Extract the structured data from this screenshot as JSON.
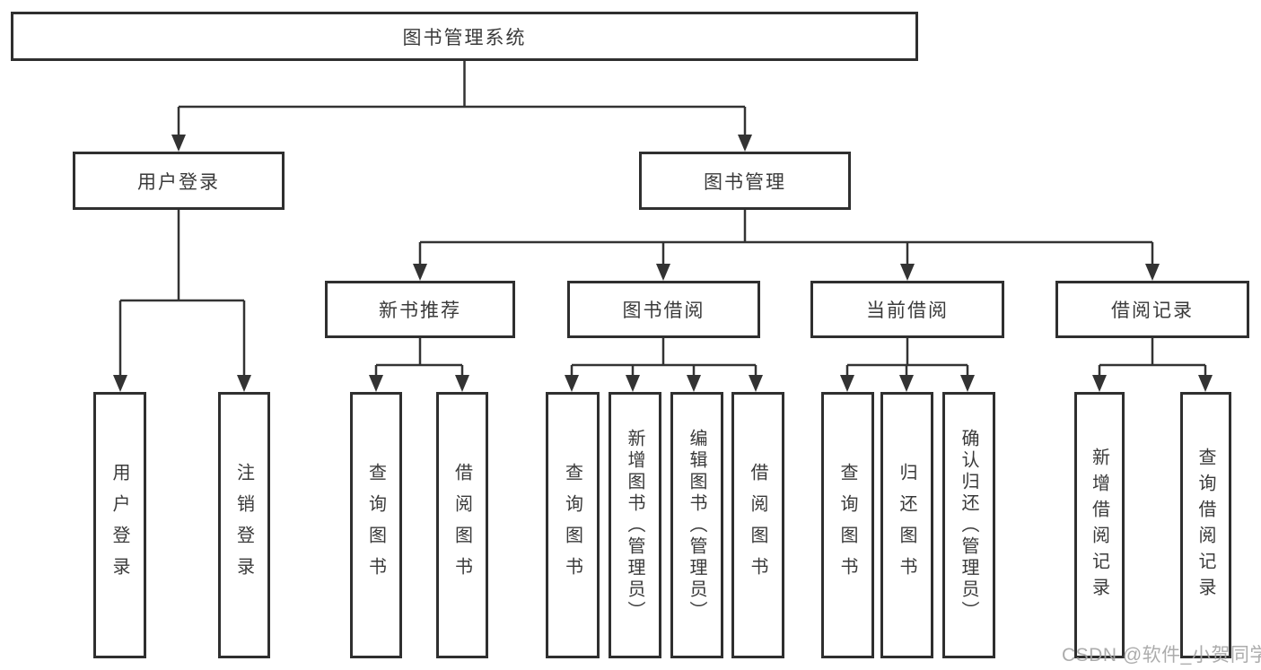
{
  "colors": {
    "line": "#333333",
    "box_border": "#2f2f2f",
    "box_fill": "#ffffff",
    "text": "#3a3a3a",
    "watermark": "#a5a5a5"
  },
  "tree": {
    "root": {
      "label": "图书管理系统",
      "children": [
        {
          "label": "用户登录",
          "children": [
            {
              "label": "用户登录"
            },
            {
              "label": "注销登录"
            }
          ]
        },
        {
          "label": "图书管理",
          "children": [
            {
              "label": "新书推荐",
              "children": [
                {
                  "label": "查询图书"
                },
                {
                  "label": "借阅图书"
                }
              ]
            },
            {
              "label": "图书借阅",
              "children": [
                {
                  "label": "查询图书"
                },
                {
                  "label": "新增图书（管理员）"
                },
                {
                  "label": "编辑图书（管理员）"
                },
                {
                  "label": "借阅图书"
                }
              ]
            },
            {
              "label": "当前借阅",
              "children": [
                {
                  "label": "查询图书"
                },
                {
                  "label": "归还图书"
                },
                {
                  "label": "确认归还（管理员）"
                }
              ]
            },
            {
              "label": "借阅记录",
              "children": [
                {
                  "label": "新增借阅记录"
                },
                {
                  "label": "查询借阅记录"
                }
              ]
            }
          ]
        }
      ]
    }
  },
  "watermark": {
    "text": "CSDN @软件_小贺同学"
  }
}
